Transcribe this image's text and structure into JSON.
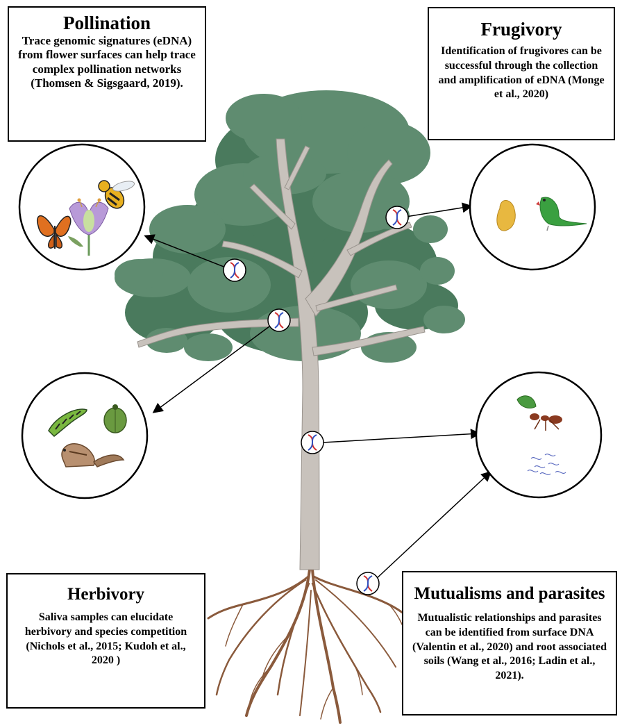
{
  "pollination": {
    "title": "Pollination",
    "text": "Trace genomic signatures (eDNA) from flower surfaces can help trace complex pollination networks (Thomsen & Sigsgaard, 2019)."
  },
  "frugivory": {
    "title": "Frugivory",
    "text": "Identification of frugivores can be successful through the collection and amplification of eDNA (Monge et al., 2020)"
  },
  "herbivory": {
    "title": "Herbivory",
    "text": "Saliva samples can elucidate herbivory and species competition (Nichols et al., 2015; Kudoh et al., 2020 )"
  },
  "mutualisms": {
    "title": "Mutualisms and parasites",
    "text": "Mutualistic relationships and parasites can be identified from surface DNA (Valentin et al., 2020) and root associated soils (Wang et al., 2016; Ladin et al., 2021)."
  },
  "colors": {
    "foliage": "#5f8c70",
    "foliage_dark": "#4a7a5d",
    "trunk": "#c8c2bc",
    "roots": "#8a5a3c"
  }
}
